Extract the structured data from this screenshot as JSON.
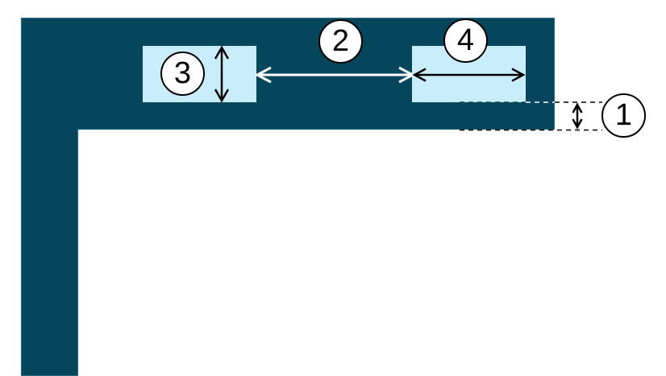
{
  "diagram": {
    "description": "L-shaped profile with two inset rectangles and four dimension callouts",
    "callouts": [
      {
        "id": "callout-1",
        "label": "1",
        "measures": "offset-between-rect-bottom-and-region-bottom"
      },
      {
        "id": "callout-2",
        "label": "2",
        "measures": "gap-between-rectangles"
      },
      {
        "id": "callout-3",
        "label": "3",
        "measures": "rectangle-height"
      },
      {
        "id": "callout-4",
        "label": "4",
        "measures": "rectangle-width"
      }
    ],
    "colors": {
      "region_fill": "#05465C",
      "region_edge": "#9FD2E3",
      "slot_fill": "#C9EDFB",
      "arrow_dark": "#000000",
      "arrow_light": "#FFFFFF"
    }
  }
}
